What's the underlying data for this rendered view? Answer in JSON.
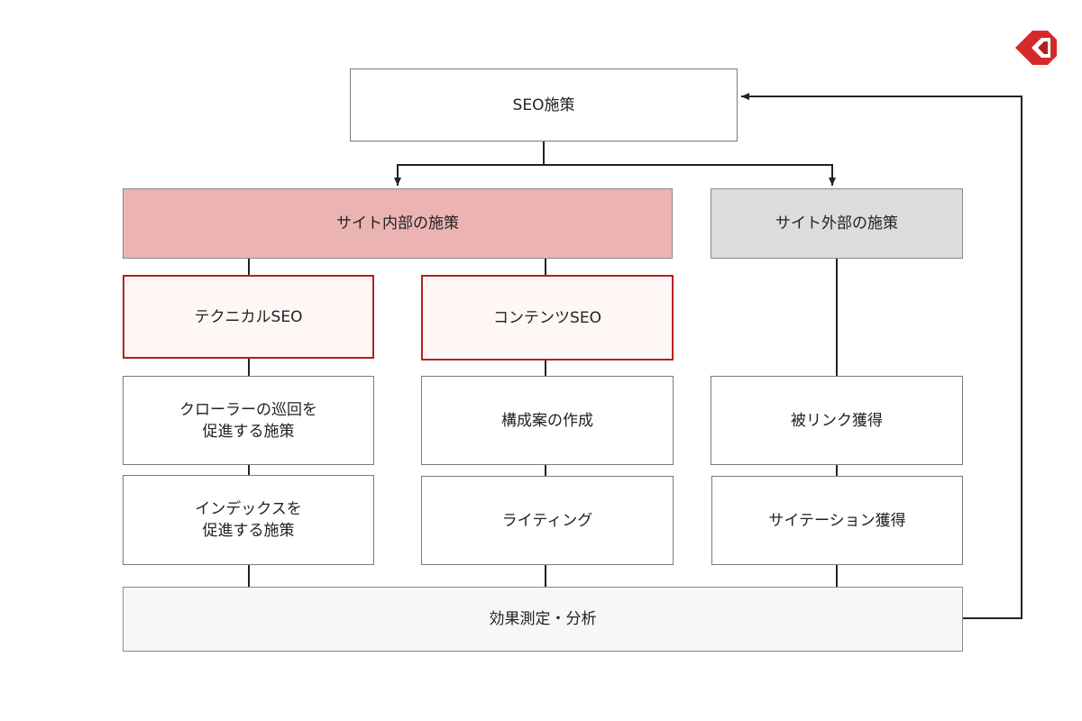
{
  "colors": {
    "internal_fill": "#ebb4b2",
    "external_fill": "#dcdcdc",
    "subcategory_border": "#b3211f",
    "subcategory_fill": "#fff6f6",
    "measurement_fill": "#f7f7f7",
    "line": "#222222",
    "logo": "#d42a2a"
  },
  "logo": {
    "icon": "brand-logo-icon"
  },
  "nodes": {
    "root": "SEO施策",
    "internal": "サイト内部の施策",
    "external": "サイト外部の施策",
    "technical_seo": "テクニカルSEO",
    "content_seo": "コンテンツSEO",
    "crawl": "クローラーの巡回を\n促進する施策",
    "index": "インデックスを\n促進する施策",
    "structure_plan": "構成案の作成",
    "writing": "ライティング",
    "backlinks": "被リンク獲得",
    "citations": "サイテーション獲得",
    "measurement": "効果測定・分析"
  }
}
